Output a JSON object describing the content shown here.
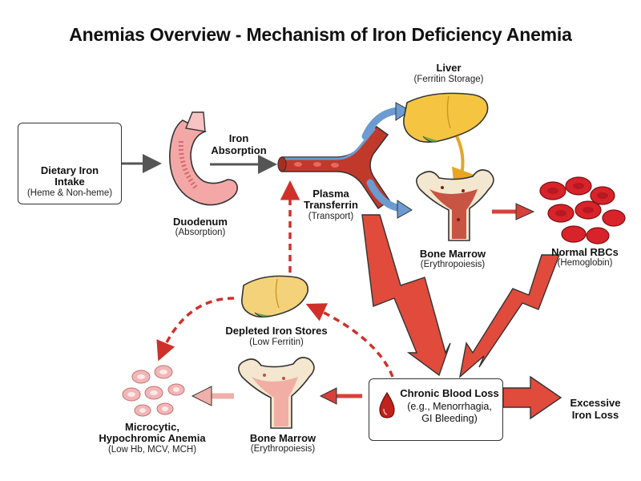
{
  "title": "Anemias Overview - Mechanism of Iron Deficiency Anemia",
  "nodes": {
    "dietary": {
      "label_line1": "Dietary Iron",
      "label_line2": "Intake",
      "sub": "(Heme & Non-heme)"
    },
    "absorption": {
      "label_line1": "Iron",
      "label_line2": "Absorption"
    },
    "duodenum": {
      "label": "Duodenum",
      "sub": "(Absorption)"
    },
    "transferrin": {
      "label_line1": "Plasma",
      "label_line2": "Transferrin",
      "sub": "(Transport)"
    },
    "liver": {
      "label": "Liver",
      "sub": "(Ferritin Storage)"
    },
    "marrow_top": {
      "label": "Bone Marrow",
      "sub": "(Erythropoiesis)"
    },
    "normal_rbc": {
      "label": "Normal RBCs",
      "sub": "(Hemoglobin)"
    },
    "depleted": {
      "label": "Depleted Iron Stores",
      "sub": "(Low Ferritin)"
    },
    "blood_loss": {
      "label": "Chronic Blood Loss",
      "sub_line1": "(e.g., Menorrhagia,",
      "sub_line2": "GI Bleeding)"
    },
    "excessive": {
      "label_line1": "Excessive",
      "label_line2": "Iron Loss"
    },
    "marrow_bottom": {
      "label": "Bone Marrow",
      "sub": "(Erythropoiesis)"
    },
    "microcytic": {
      "label_line1": "Microcytic,",
      "label_line2": "Hypochromic Anemia",
      "sub": "(Low Hb, MCV, MCH)"
    }
  },
  "colors": {
    "liver": "#f5c542",
    "liver_pale": "#f3d27a",
    "rbc": "#d8232a",
    "rbc_pale": "#f2b6b6",
    "blue_arrow": "#6b9bd1",
    "red_arrow": "#d8403a",
    "marrow": "#c0392b",
    "bone": "#f4e7cf"
  }
}
